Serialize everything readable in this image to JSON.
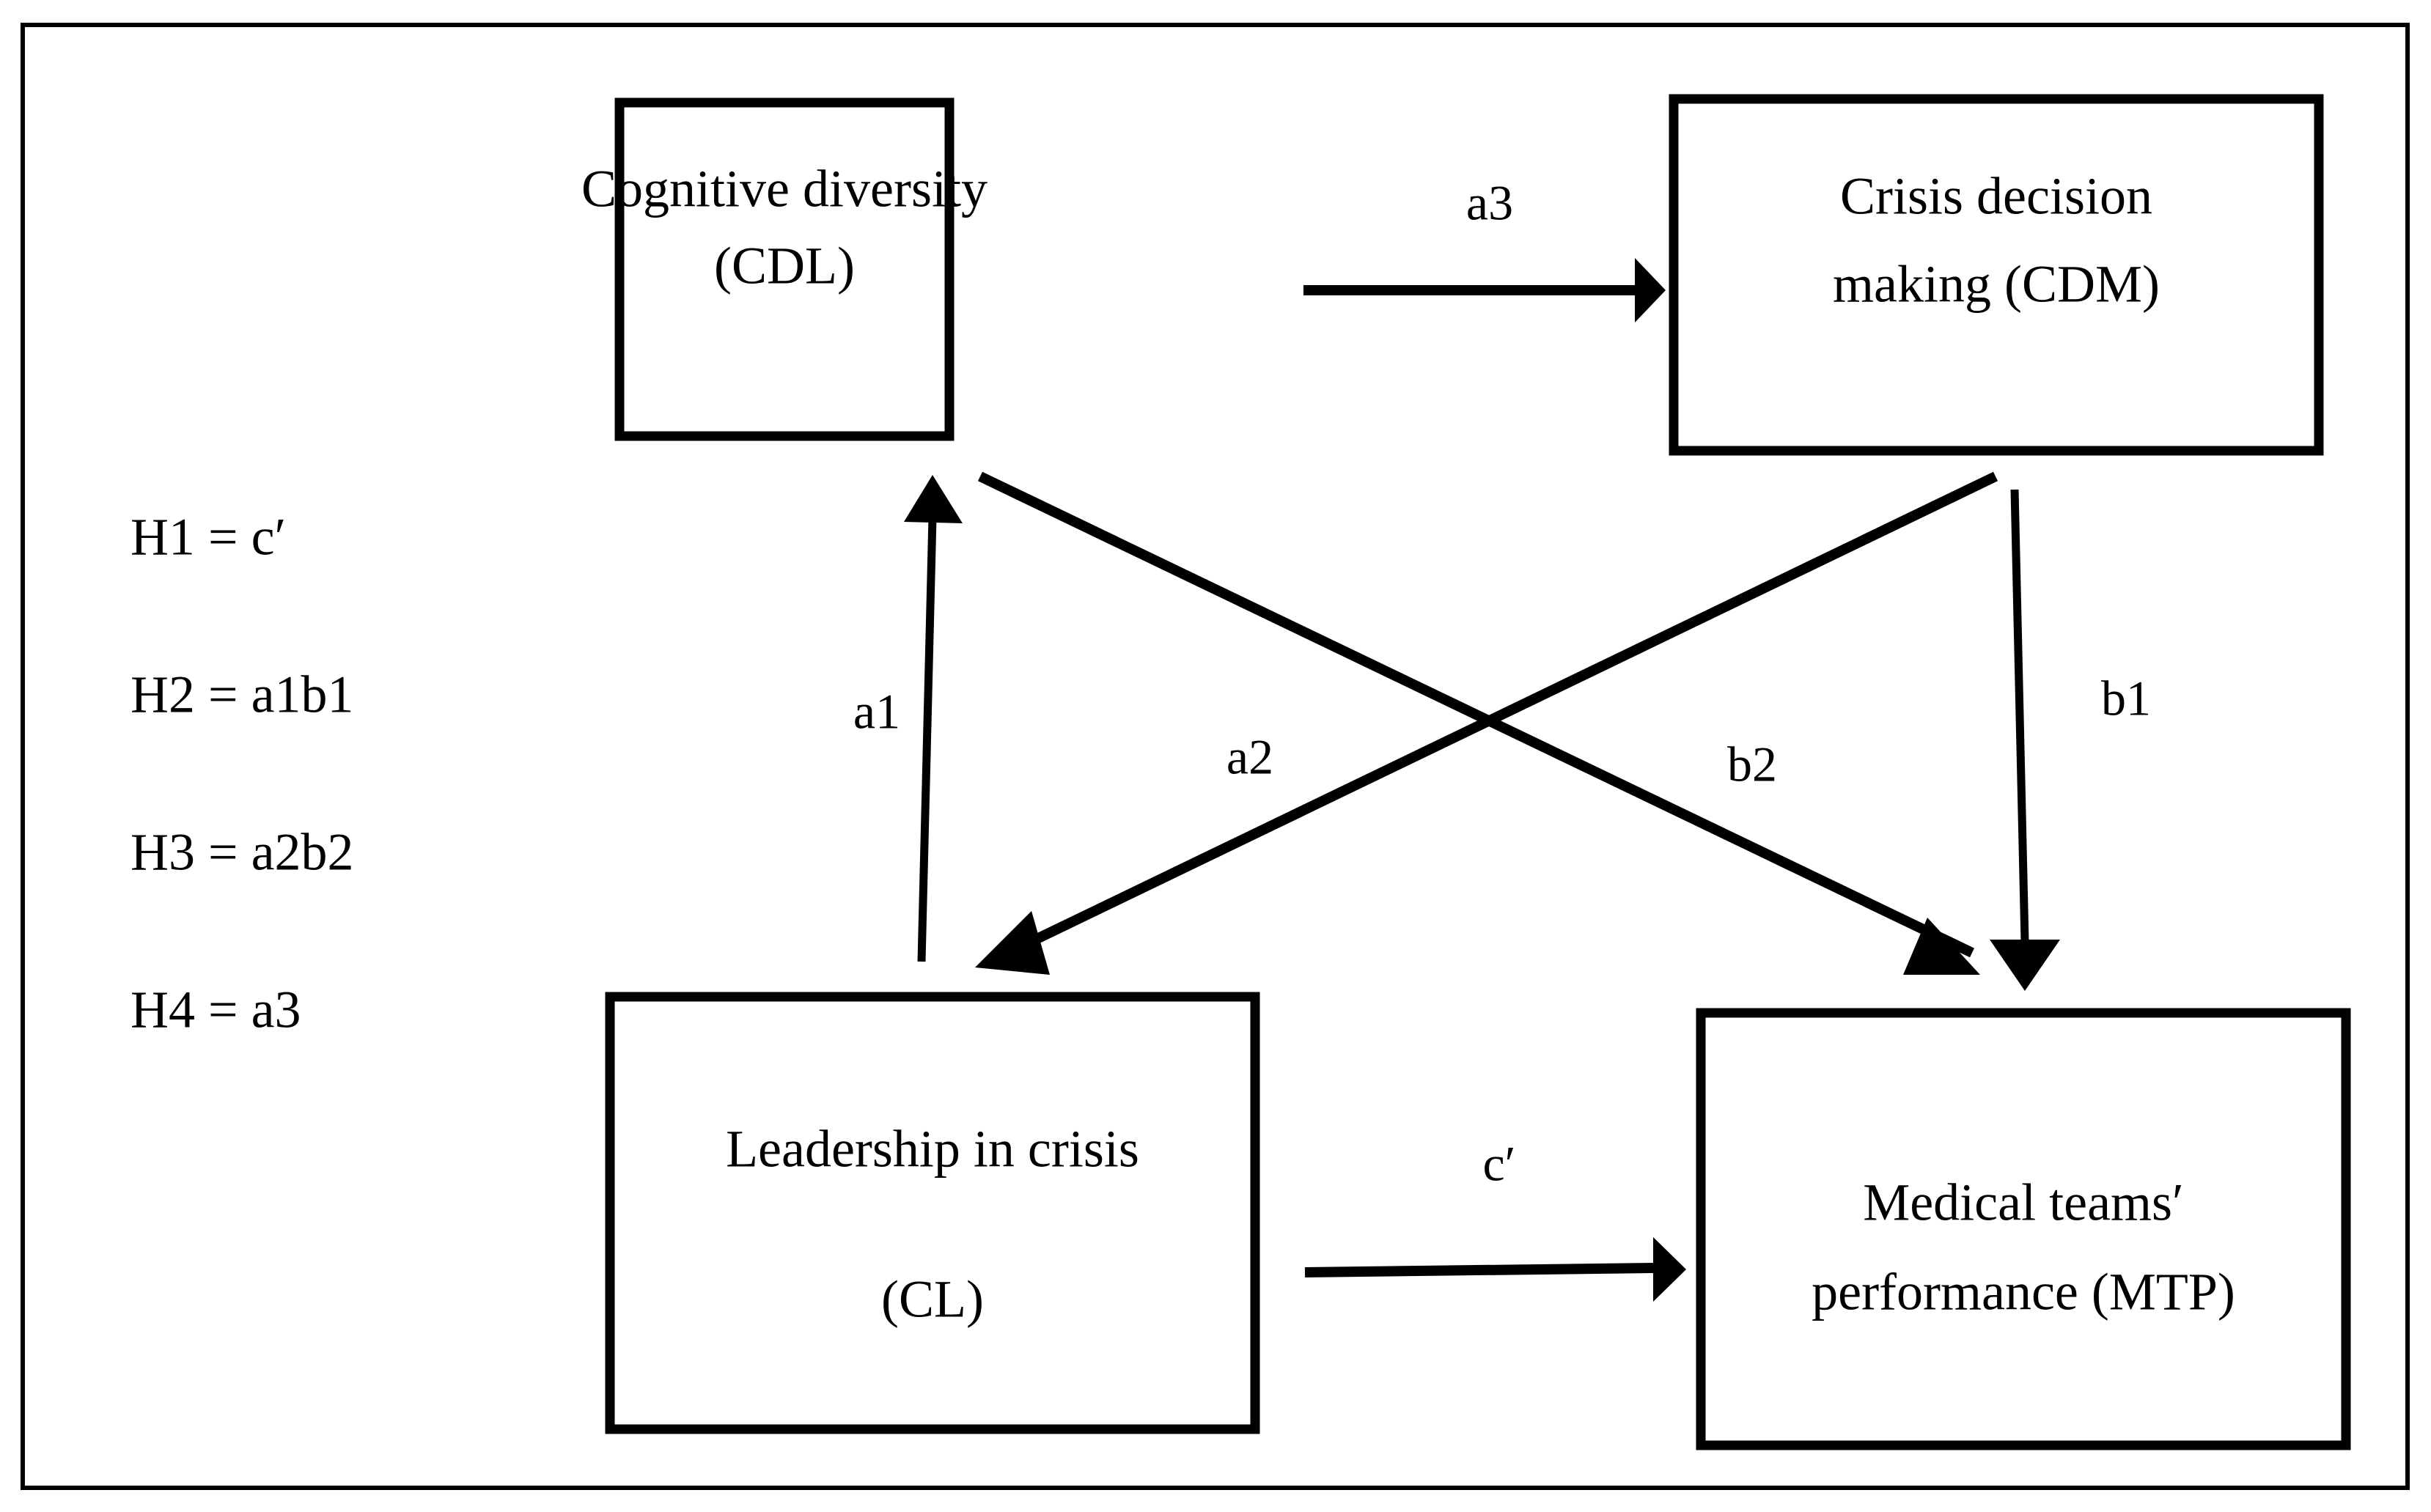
{
  "figure": {
    "type": "conceptual-model-path-diagram",
    "border_color": "#000000",
    "background": "#ffffff"
  },
  "nodes": [
    {
      "id": "CDL",
      "line1": "Cognitive diversity",
      "line2": "(CDL)",
      "position": "top-left"
    },
    {
      "id": "CDM",
      "line1": "Crisis decision",
      "line2": "making (CDM)",
      "position": "top-right"
    },
    {
      "id": "CL",
      "line1": "Leadership in crisis",
      "line2": "(CL)",
      "position": "bottom-left"
    },
    {
      "id": "MTP",
      "line1": "Medical teams′",
      "line2": "performance (MTP)",
      "position": "bottom-right"
    }
  ],
  "paths": [
    {
      "id": "a3",
      "label": "a3",
      "from": "CDL",
      "to": "CDM",
      "style": "straight-horizontal"
    },
    {
      "id": "a1",
      "label": "a1",
      "from": "CL",
      "to": "CDL",
      "style": "vertical-up"
    },
    {
      "id": "a2",
      "label": "a2",
      "from": "CDL",
      "to": "CL",
      "style": "diagonal-down-left"
    },
    {
      "id": "b1",
      "label": "b1",
      "from": "CL",
      "to": "MTP",
      "style": "diagonal-down-right"
    },
    {
      "id": "b2",
      "label": "b2",
      "from": "CDM",
      "to": "MTP",
      "style": "vertical-down"
    },
    {
      "id": "cprime",
      "label": "c′",
      "from": "CL",
      "to": "MTP",
      "style": "straight-horizontal"
    }
  ],
  "hypotheses": [
    {
      "id": "H1",
      "text": "H1 = c′"
    },
    {
      "id": "H2",
      "text": "H2 = a1b1"
    },
    {
      "id": "H3",
      "text": "H3 = a2b2"
    },
    {
      "id": "H4",
      "text": "H4 = a3"
    }
  ]
}
